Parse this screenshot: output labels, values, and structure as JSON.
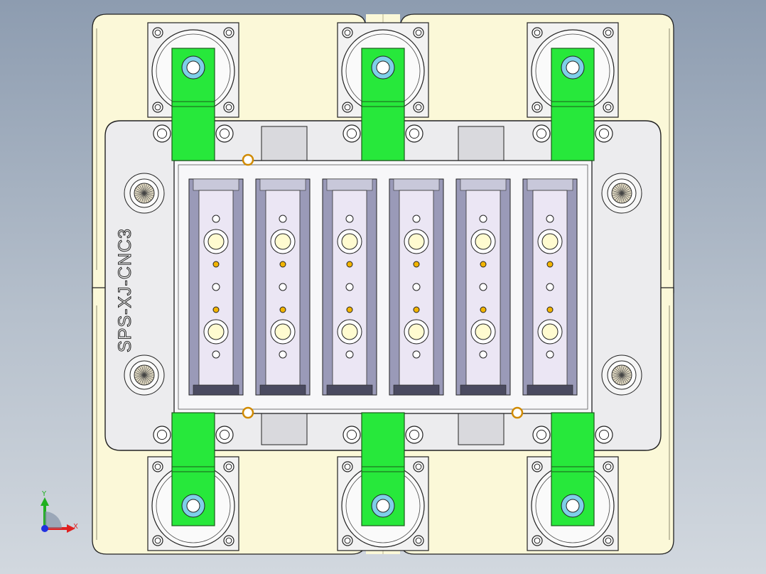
{
  "drawing": {
    "part_marking": "SPS-XJ-CNC3",
    "slot_count": 6,
    "clamp_count": 6,
    "colors": {
      "background_top": "#8d9cb0",
      "base_plate": "#fbf8d8",
      "fixture_plate": "#ececee",
      "clamp": "#27e83b",
      "pocket_floor": "#ebe6f4",
      "slot_wall": "#9a9ab8",
      "brass_pin": "#f2b400",
      "bushing": "#7ecfe8"
    }
  },
  "axes": {
    "x_label": "X",
    "y_label": "Y",
    "x_color": "#e02020",
    "y_color": "#20b020",
    "z_color": "#2030e0"
  }
}
